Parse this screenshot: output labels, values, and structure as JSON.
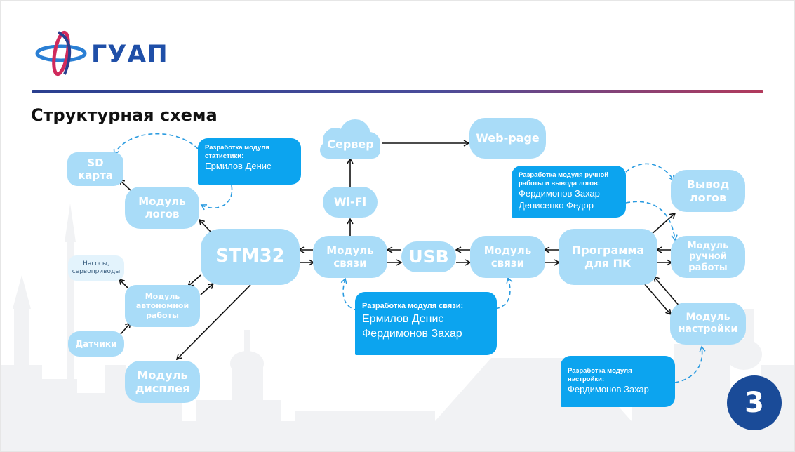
{
  "brand": {
    "logo_text": "ГУАП",
    "colors": {
      "primary": "#1f4fa8",
      "accent": "#d02a5c",
      "node": "#a9dcf8",
      "note": "#0ca4ef",
      "badge": "#1a4b98"
    }
  },
  "slide": {
    "title": "Структурная схема",
    "page_number": "3"
  },
  "diagram": {
    "nodes": {
      "sd": "SD\nкарта",
      "logs": "Модуль\nлогов",
      "pumps": "Насосы,\nсервоприводы",
      "auto": "Модуль\nавтономной\nработы",
      "sensors": "Датчики",
      "display": "Модуль\nдисплея",
      "stm": "STM32",
      "comm1": "Модуль\nсвязи",
      "wifi": "Wi-Fi",
      "server": "Сервер",
      "web": "Web-page",
      "usb": "USB",
      "comm2": "Модуль\nсвязи",
      "pc": "Программа\nдля ПК",
      "out": "Вывод\nлогов",
      "manual": "Модуль\nручной\nработы",
      "setup": "Модуль\nнастройки"
    },
    "notes": {
      "stats": {
        "heading": "Разработка модуля\nстатистики:",
        "body": "Ермилов Денис"
      },
      "comm": {
        "heading": "Разработка модуля связи:",
        "body": "Ермилов Денис\nФердимонов Захар"
      },
      "manual": {
        "heading": "Разработка модуля ручной\nработы и вывода логов:",
        "body": "Фердимонов Захар\nДенисенко Федор"
      },
      "setup": {
        "heading": "Разработка модуля\nнастройки:",
        "body": "Фердимонов Захар"
      }
    }
  }
}
